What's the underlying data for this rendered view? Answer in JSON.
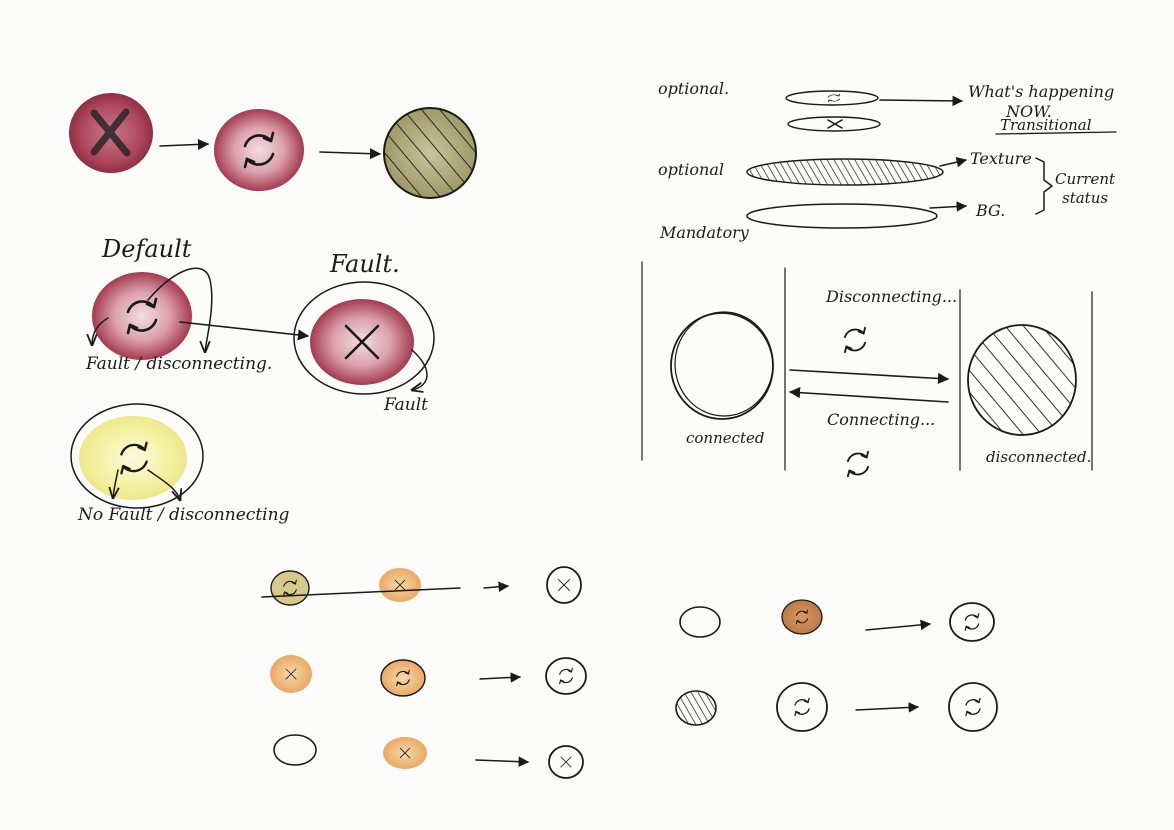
{
  "colors": {
    "paper": "#fbfbf9",
    "ink": "#1a1a1a",
    "fault_red": "#b94a5e",
    "fault_red_light": "#dba1ad",
    "disconnected_olive": "#a59f70",
    "no_fault_yellow": "#f1ee9c",
    "orange": "#e6a664",
    "orange_light": "#f3cf96"
  },
  "icons": {
    "fault": "cross-icon",
    "transitional": "rotate-arrows-icon",
    "disconnected": "hatch-icon"
  },
  "top_left": {
    "default_label": "Default",
    "fault_label": "Fault.",
    "fault_disconnecting_label": "Fault / disconnecting.",
    "fault_small_label": "Fault",
    "no_fault_label": "No Fault / disconnecting"
  },
  "legend": {
    "optional_1": "optional.",
    "optional_2": "optional",
    "mandatory": "Mandatory",
    "whats_happening_line1": "What's happening",
    "whats_happening_line2": "NOW.",
    "transitional": "Transitional",
    "texture": "Texture",
    "bg": "BG.",
    "current_line1": "Current",
    "current_line2": "status"
  },
  "state_diagram": {
    "disconnecting": "Disconnecting...",
    "connecting": "Connecting...",
    "connected": "connected",
    "disconnected": "disconnected."
  }
}
